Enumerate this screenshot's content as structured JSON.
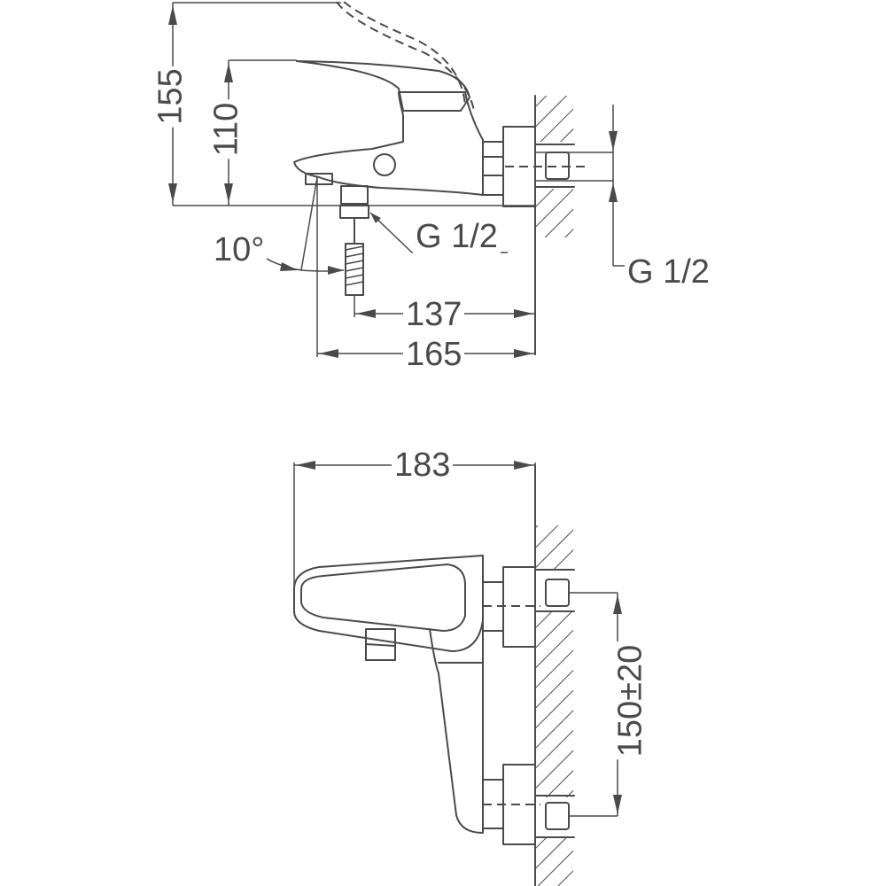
{
  "title": "Bath mixer dimensional drawing",
  "colors": {
    "line": "#4a4a4a",
    "background": "#ffffff"
  },
  "side_view": {
    "dim_total_height": "155",
    "dim_spout_height": "110",
    "dim_angle": "10°",
    "dim_outlet_thread": "G 1/2",
    "dim_inlet_thread": "G 1/2",
    "dim_outlet_to_wall": "137",
    "dim_projection": "165"
  },
  "front_view": {
    "dim_width": "183",
    "dim_inlet_spacing": "150±20"
  }
}
